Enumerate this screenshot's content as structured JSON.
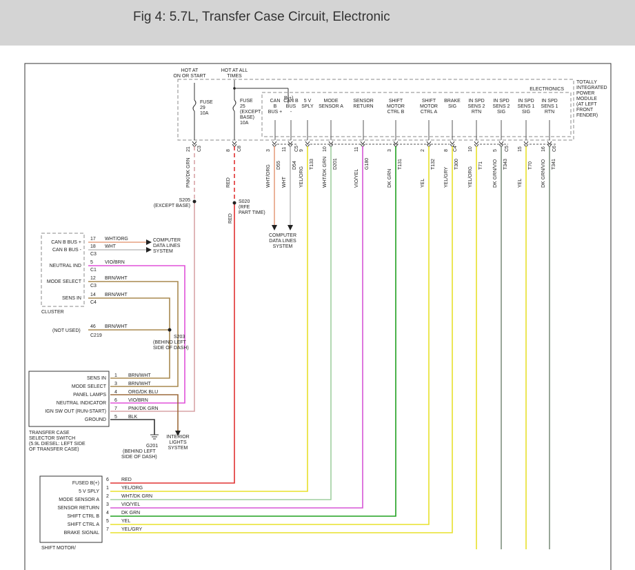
{
  "figure": {
    "title": "Fig 4: 5.7L, Transfer Case Circuit, Electronic"
  },
  "colors": {
    "red": "#e03030",
    "pink_dk_grn": "#d9a3a6",
    "wht_org": "#e6a080",
    "wht": "#bdbdbd",
    "yel": "#e8e02a",
    "wht_dk_grn": "#9fcf9f",
    "vio_yel": "#d655d6",
    "dk_grn": "#1ea01e",
    "vio_brn": "#e050d8",
    "brn_wht": "#a8894f",
    "dk_grn_vio": "#7f8f7f",
    "blk": "#333333",
    "org_dk_blu": "#9c6a3a"
  },
  "tipm": {
    "hot_run": [
      "HOT AT",
      "ON OR START"
    ],
    "hot_all": [
      "HOT AT ALL",
      "TIMES"
    ],
    "fuse29": [
      "FUSE",
      "29",
      "10A"
    ],
    "fuse25": [
      "FUSE",
      "25",
      "(EXCEPT",
      "BASE)",
      "10A"
    ],
    "b_plus": "B(+)",
    "electronics": "ELECTRONICS",
    "module_name": [
      "TOTALLY",
      "INTEGRATED",
      "POWER",
      "MODULE",
      "(AT LEFT",
      "FRONT",
      "FENDER)"
    ],
    "terminals": [
      [
        "CAN",
        "B",
        "BUS +"
      ],
      [
        "CAN B",
        "BUS",
        "-"
      ],
      [
        "5 V",
        "SPLY"
      ],
      [
        "MODE",
        "SENSOR A"
      ],
      [
        "SENSOR",
        "RETURN"
      ],
      [
        "SHIFT",
        "MOTOR",
        "CTRL B"
      ],
      [
        "SHIFT",
        "MOTOR",
        "CTRL A"
      ],
      [
        "BRAKE",
        "SIG"
      ],
      [
        "IN SPD",
        "SENS 2",
        "RTN"
      ],
      [
        "IN SPD",
        "SENS 2",
        "SIG"
      ],
      [
        "IN SPD",
        "SENS 1",
        "SIG"
      ],
      [
        "IN SPD",
        "SENS 1",
        "RTN"
      ]
    ],
    "pins": [
      "21",
      "8",
      "3",
      "11",
      "9",
      "10",
      "11",
      "3",
      "2",
      "8",
      "10",
      "5",
      "15",
      "16"
    ],
    "connectors": [
      "C3",
      "C8",
      "C5",
      "C4",
      "C5",
      "C6"
    ],
    "wire_labels": [
      [
        "PNK/DK GRN"
      ],
      [
        "RED"
      ],
      [
        "WHT/ORG",
        "D55"
      ],
      [
        "WHT",
        "D54"
      ],
      [
        "YEL/ORG",
        "T133"
      ],
      [
        "WHT/DK GRN",
        "D201"
      ],
      [
        "VIO/YEL",
        "G180"
      ],
      [
        "DK GRN",
        "T131"
      ],
      [
        "YEL",
        "T132"
      ],
      [
        "YEL/GRY",
        "T300"
      ],
      [
        "YEL/ORG",
        "T71"
      ],
      [
        "DK GRN/VIO",
        "T343"
      ],
      [
        "YEL",
        "T70"
      ],
      [
        "DK GRN/VIO",
        "T341"
      ]
    ]
  },
  "splices": {
    "s205": [
      "S205",
      "(EXCEPT BASE)"
    ],
    "s020": [
      "S020",
      "(RFE",
      "PART TIME)"
    ],
    "red_lower": "RED",
    "s203": [
      "S203",
      "(BEHIND LEFT",
      "SIDE OF DASH)"
    ]
  },
  "data_lines_top": [
    "COMPUTER",
    "DATA LINES",
    "SYSTEM"
  ],
  "cluster": {
    "name": "CLUSTER",
    "rows": [
      {
        "label": "CAN B BUS +",
        "pin": "17",
        "wire": "WHT/ORG"
      },
      {
        "label": "CAN B BUS -",
        "pin": "18",
        "wire": "WHT"
      },
      {
        "label": "NEUTRAL IND",
        "pin": "5",
        "wire": "VIO/BRN"
      },
      {
        "label": "MODE SELECT",
        "pin": "12",
        "wire": "BRN/WHT"
      },
      {
        "label": "SENS IN",
        "pin": "14",
        "wire": "BRN/WHT"
      }
    ],
    "connectors": [
      "C3",
      "C1",
      "C3",
      "C4"
    ],
    "data_lines": [
      "COMPUTER",
      "DATA LINES",
      "SYSTEM"
    ]
  },
  "not_used": {
    "label": "(NOT USED)",
    "pin": "46",
    "wire": "BRN/WHT",
    "connector": "C219"
  },
  "selector": {
    "rows": [
      {
        "label": "SENS IN",
        "pin": "1",
        "wire": "BRN/WHT"
      },
      {
        "label": "MODE SELECT",
        "pin": "3",
        "wire": "BRN/WHT"
      },
      {
        "label": "PANEL LAMPS",
        "pin": "4",
        "wire": "ORG/DK BLU"
      },
      {
        "label": "NEUTRAL INDICATOR",
        "pin": "6",
        "wire": "VIO/BRN"
      },
      {
        "label": "IGN SW OUT (RUN-START)",
        "pin": "7",
        "wire": "PNK/DK GRN"
      },
      {
        "label": "GROUND",
        "pin": "5",
        "wire": "BLK"
      }
    ],
    "name": [
      "TRANSFER CASE",
      "SELECTOR SWITCH",
      "(5.9L DIESEL: LEFT SIDE",
      "OF TRANSFER CASE)"
    ],
    "ground": [
      "G201",
      "(BEHIND LEFT",
      "SIDE OF DASH)"
    ],
    "interior": [
      "INTERIOR",
      "LIGHTS",
      "SYSTEM"
    ]
  },
  "motor": {
    "rows": [
      {
        "label": "FUSED B(+)",
        "pin": "6",
        "wire": "RED"
      },
      {
        "label": "5 V SPLY",
        "pin": "1",
        "wire": "YEL/ORG"
      },
      {
        "label": "MODE SENSOR A",
        "pin": "2",
        "wire": "WHT/DK GRN"
      },
      {
        "label": "SENSOR RETURN",
        "pin": "3",
        "wire": "VIO/YEL"
      },
      {
        "label": "SHIFT CTRL B",
        "pin": "4",
        "wire": "DK GRN"
      },
      {
        "label": "SHIFT CTRL A",
        "pin": "5",
        "wire": "YEL"
      },
      {
        "label": "BRAKE SIGNAL",
        "pin": "7",
        "wire": "YEL/GRY"
      }
    ],
    "name": "SHIFT MOTOR/"
  }
}
